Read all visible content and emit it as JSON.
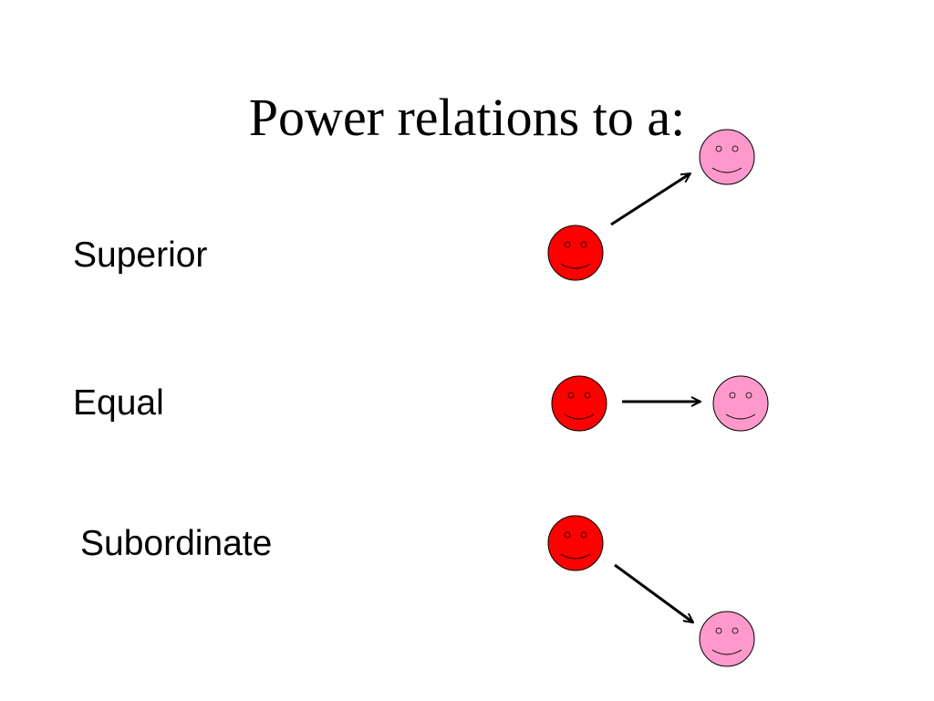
{
  "title": "Power relations to a:",
  "relations": [
    {
      "label": "Superior"
    },
    {
      "label": "Equal"
    },
    {
      "label": "Subordinate"
    }
  ],
  "colors": {
    "self_face": "#ff0000",
    "other_face": "#ff99cc",
    "arrow": "#000000",
    "text": "#000000",
    "background": "#ffffff"
  },
  "icons": {
    "self": "red-smiley-face-icon",
    "other": "pink-smiley-face-icon",
    "arrow": "arrow-icon"
  }
}
